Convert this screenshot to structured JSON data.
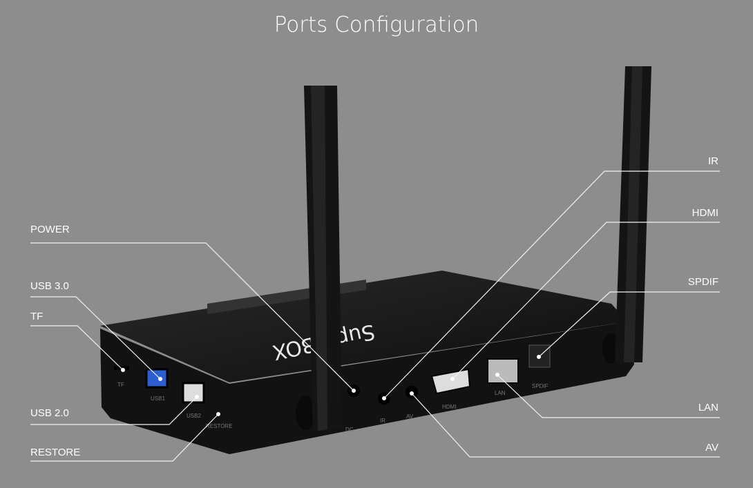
{
  "title": "Ports Configuration",
  "brand_logo": "SuperBOX",
  "colors": {
    "background": "#8d8d8d",
    "device": "#151515",
    "callout": "#f2f2f2",
    "usb3_port": "#2b5fd0"
  },
  "callouts_left": [
    "POWER",
    "USB 3.0",
    "TF",
    "USB 2.0",
    "RESTORE"
  ],
  "callouts_right": [
    "IR",
    "HDMI",
    "SPDIF",
    "LAN",
    "AV"
  ],
  "device_port_labels": [
    "TF",
    "USB1",
    "USB2",
    "RESTORE",
    "DC",
    "IR",
    "AV",
    "HDMI",
    "LAN",
    "SPDIF"
  ]
}
